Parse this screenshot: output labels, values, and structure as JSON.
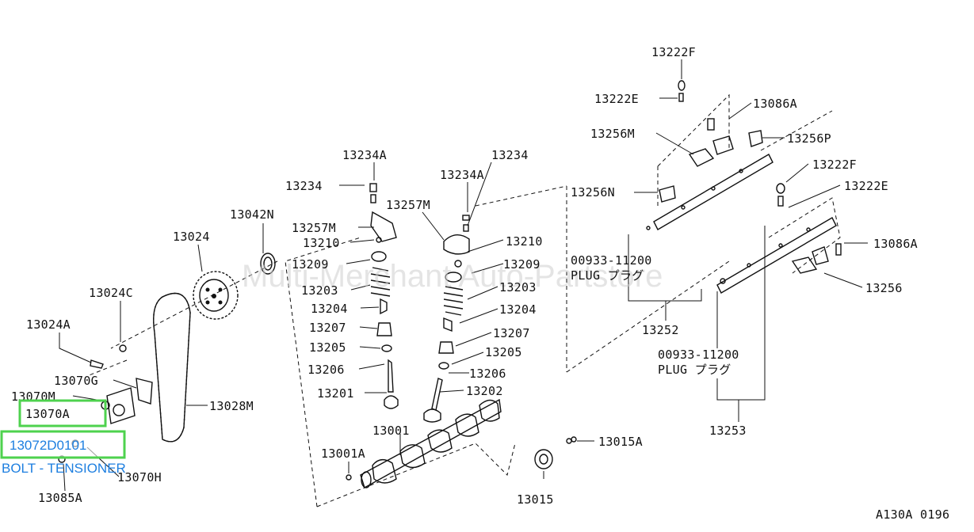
{
  "diagram": {
    "code": "A130A 0196",
    "watermark": "Multi-Merchant Auto-Partstore",
    "highlight": {
      "part_label": "13070A",
      "part_number": "13072D0101",
      "description": "BOLT - TENSIONER"
    },
    "labels": [
      {
        "id": "13222F-top",
        "text": "13222F"
      },
      {
        "id": "13222E-top",
        "text": "13222E"
      },
      {
        "id": "13086A-top",
        "text": "13086A"
      },
      {
        "id": "13256M",
        "text": "13256M"
      },
      {
        "id": "13256P",
        "text": "13256P"
      },
      {
        "id": "13222F-mid",
        "text": "13222F"
      },
      {
        "id": "13222E-mid",
        "text": "13222E"
      },
      {
        "id": "13256N",
        "text": "13256N"
      },
      {
        "id": "13086A-mid",
        "text": "13086A"
      },
      {
        "id": "13256",
        "text": "13256"
      },
      {
        "id": "plug1-num",
        "text": "00933-11200"
      },
      {
        "id": "plug1-name",
        "text": "PLUG プラグ"
      },
      {
        "id": "13252",
        "text": "13252"
      },
      {
        "id": "plug2-num",
        "text": "00933-11200"
      },
      {
        "id": "plug2-name",
        "text": "PLUG プラグ"
      },
      {
        "id": "13253",
        "text": "13253"
      },
      {
        "id": "13234A-l",
        "text": "13234A"
      },
      {
        "id": "13234-l",
        "text": "13234"
      },
      {
        "id": "13257M-l",
        "text": "13257M"
      },
      {
        "id": "13210-l",
        "text": "13210"
      },
      {
        "id": "13209-l",
        "text": "13209"
      },
      {
        "id": "13203-l",
        "text": "13203"
      },
      {
        "id": "13204-l",
        "text": "13204"
      },
      {
        "id": "13207-l",
        "text": "13207"
      },
      {
        "id": "13205-l",
        "text": "13205"
      },
      {
        "id": "13206-l",
        "text": "13206"
      },
      {
        "id": "13201",
        "text": "13201"
      },
      {
        "id": "13234-r",
        "text": "13234"
      },
      {
        "id": "13234A-r",
        "text": "13234A"
      },
      {
        "id": "13257M-r",
        "text": "13257M"
      },
      {
        "id": "13210-r",
        "text": "13210"
      },
      {
        "id": "13209-r",
        "text": "13209"
      },
      {
        "id": "13203-r",
        "text": "13203"
      },
      {
        "id": "13204-r",
        "text": "13204"
      },
      {
        "id": "13207-r",
        "text": "13207"
      },
      {
        "id": "13205-r",
        "text": "13205"
      },
      {
        "id": "13206-r",
        "text": "13206"
      },
      {
        "id": "13202",
        "text": "13202"
      },
      {
        "id": "13001",
        "text": "13001"
      },
      {
        "id": "13001A",
        "text": "13001A"
      },
      {
        "id": "13015A",
        "text": "13015A"
      },
      {
        "id": "13015",
        "text": "13015"
      },
      {
        "id": "13042N",
        "text": "13042N"
      },
      {
        "id": "13024",
        "text": "13024"
      },
      {
        "id": "13024C",
        "text": "13024C"
      },
      {
        "id": "13024A",
        "text": "13024A"
      },
      {
        "id": "13070G",
        "text": "13070G"
      },
      {
        "id": "13070M",
        "text": "13070M"
      },
      {
        "id": "13028M",
        "text": "13028M"
      },
      {
        "id": "13070H",
        "text": "13070H"
      },
      {
        "id": "13085A",
        "text": "13085A"
      }
    ]
  }
}
